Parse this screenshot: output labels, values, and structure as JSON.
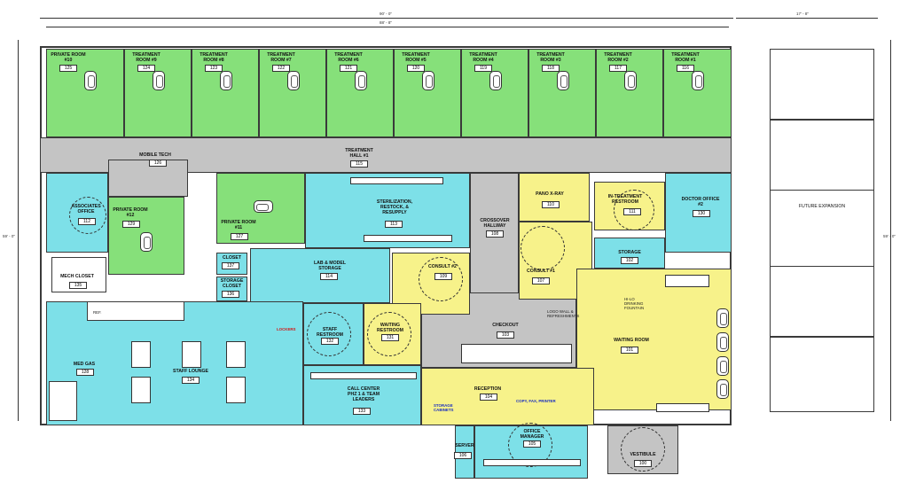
{
  "dimensions": {
    "top_overall": "90' - 0\"",
    "top_inner": "88' - 8\"",
    "top_expansion": "17' - 8\"",
    "left_height": "59' - 0\"",
    "right_height": "59' - 0\""
  },
  "rooms": {
    "private_room_10": {
      "name": "PRIVATE ROOM\n#10",
      "number": "125"
    },
    "treatment_9": {
      "name": "TREATMENT\nROOM #9",
      "number": "124"
    },
    "treatment_8": {
      "name": "TREATMENT\nROOM #8",
      "number": "123"
    },
    "treatment_7": {
      "name": "TREATMENT\nROOM #7",
      "number": "122"
    },
    "treatment_6": {
      "name": "TREATMENT\nROOM #6",
      "number": "121"
    },
    "treatment_5": {
      "name": "TREATMENT\nROOM #5",
      "number": "120"
    },
    "treatment_4": {
      "name": "TREATMENT\nROOM #4",
      "number": "119"
    },
    "treatment_3": {
      "name": "TREATMENT\nROOM #3",
      "number": "118"
    },
    "treatment_2": {
      "name": "TREATMENT\nROOM #2",
      "number": "117"
    },
    "treatment_1": {
      "name": "TREATMENT\nROOM #1",
      "number": "116"
    },
    "mobile_tech": {
      "name": "MOBILE TECH",
      "number": "126"
    },
    "treatment_hall": {
      "name": "TREATMENT\nHALL #1",
      "number": "115"
    },
    "associates_office": {
      "name": "ASSOCIATES\nOFFICE",
      "number": "112"
    },
    "private_room_12": {
      "name": "PRIVATE ROOM\n#12",
      "number": "129"
    },
    "private_room_11": {
      "name": "PRIVATE ROOM\n#11",
      "number": "127"
    },
    "sterilization": {
      "name": "STERILIZATION,\nRESTOCK, &\nRESUPPLY",
      "number": "113"
    },
    "crossover": {
      "name": "CROSSOVER\nHALLWAY",
      "number": "108"
    },
    "pano": {
      "name": "PANO X-RAY",
      "number": "110"
    },
    "in_treatment_restroom": {
      "name": "IN-TREATMENT\nRESTROOM",
      "number": "111"
    },
    "doctor_office_2": {
      "name": "DOCTOR OFFICE\n#2",
      "number": "130"
    },
    "mech_closet": {
      "name": "MECH CLOSET",
      "number": "135"
    },
    "closet": {
      "name": "CLOSET",
      "number": "137"
    },
    "storage_closet": {
      "name": "STORAGE\nCLOSET",
      "number": "136"
    },
    "lab_model": {
      "name": "LAB & MODEL\nSTORAGE",
      "number": "114"
    },
    "consult_2": {
      "name": "CONSULT #2",
      "number": "109"
    },
    "consult_1": {
      "name": "CONSULT #1",
      "number": "107"
    },
    "storage": {
      "name": "STORAGE",
      "number": "102"
    },
    "staff_restroom": {
      "name": "STAFF\nRESTROOM",
      "number": "132"
    },
    "waiting_restroom": {
      "name": "WAITING\nRESTROOM",
      "number": "131"
    },
    "checkout": {
      "name": "CHECKOUT",
      "number": "103"
    },
    "waiting_room": {
      "name": "WAITING ROOM",
      "number": "101"
    },
    "med_gas": {
      "name": "MED GAS",
      "number": "128"
    },
    "staff_lounge": {
      "name": "STAFF LOUNGE",
      "number": "134"
    },
    "call_center": {
      "name": "CALL CENTER\nPHZ 1 & TEAM\nLEADERS",
      "number": "133"
    },
    "reception": {
      "name": "RECEPTION",
      "number": "104"
    },
    "office_manager": {
      "name": "OFFICE\nMANAGER",
      "number": "105"
    },
    "server": {
      "name": "SERVER",
      "number": "106"
    },
    "vestibule": {
      "name": "VESTIBULE",
      "number": "100"
    }
  },
  "notes": {
    "future_expansion": "FUTURE EXPANSION",
    "lockers": "LOCKERS",
    "logo_wall": "LOGO WALL &\nREFRESHMENTS",
    "hilo": "HI-LO\nDRINKING\nFOUNTAIN",
    "storage_cabinets": "STORAGE\nCABINETS",
    "copy_fax": "COPY, FAX, PRINTER",
    "ref": "REF."
  },
  "colors": {
    "treatment_green": "#86e07a",
    "staff_cyan": "#7de0e8",
    "patient_yellow": "#f7f28a",
    "hall_gray": "#c4c4c4",
    "accent_red": "#d01818",
    "accent_blue": "#1a2fc0"
  }
}
